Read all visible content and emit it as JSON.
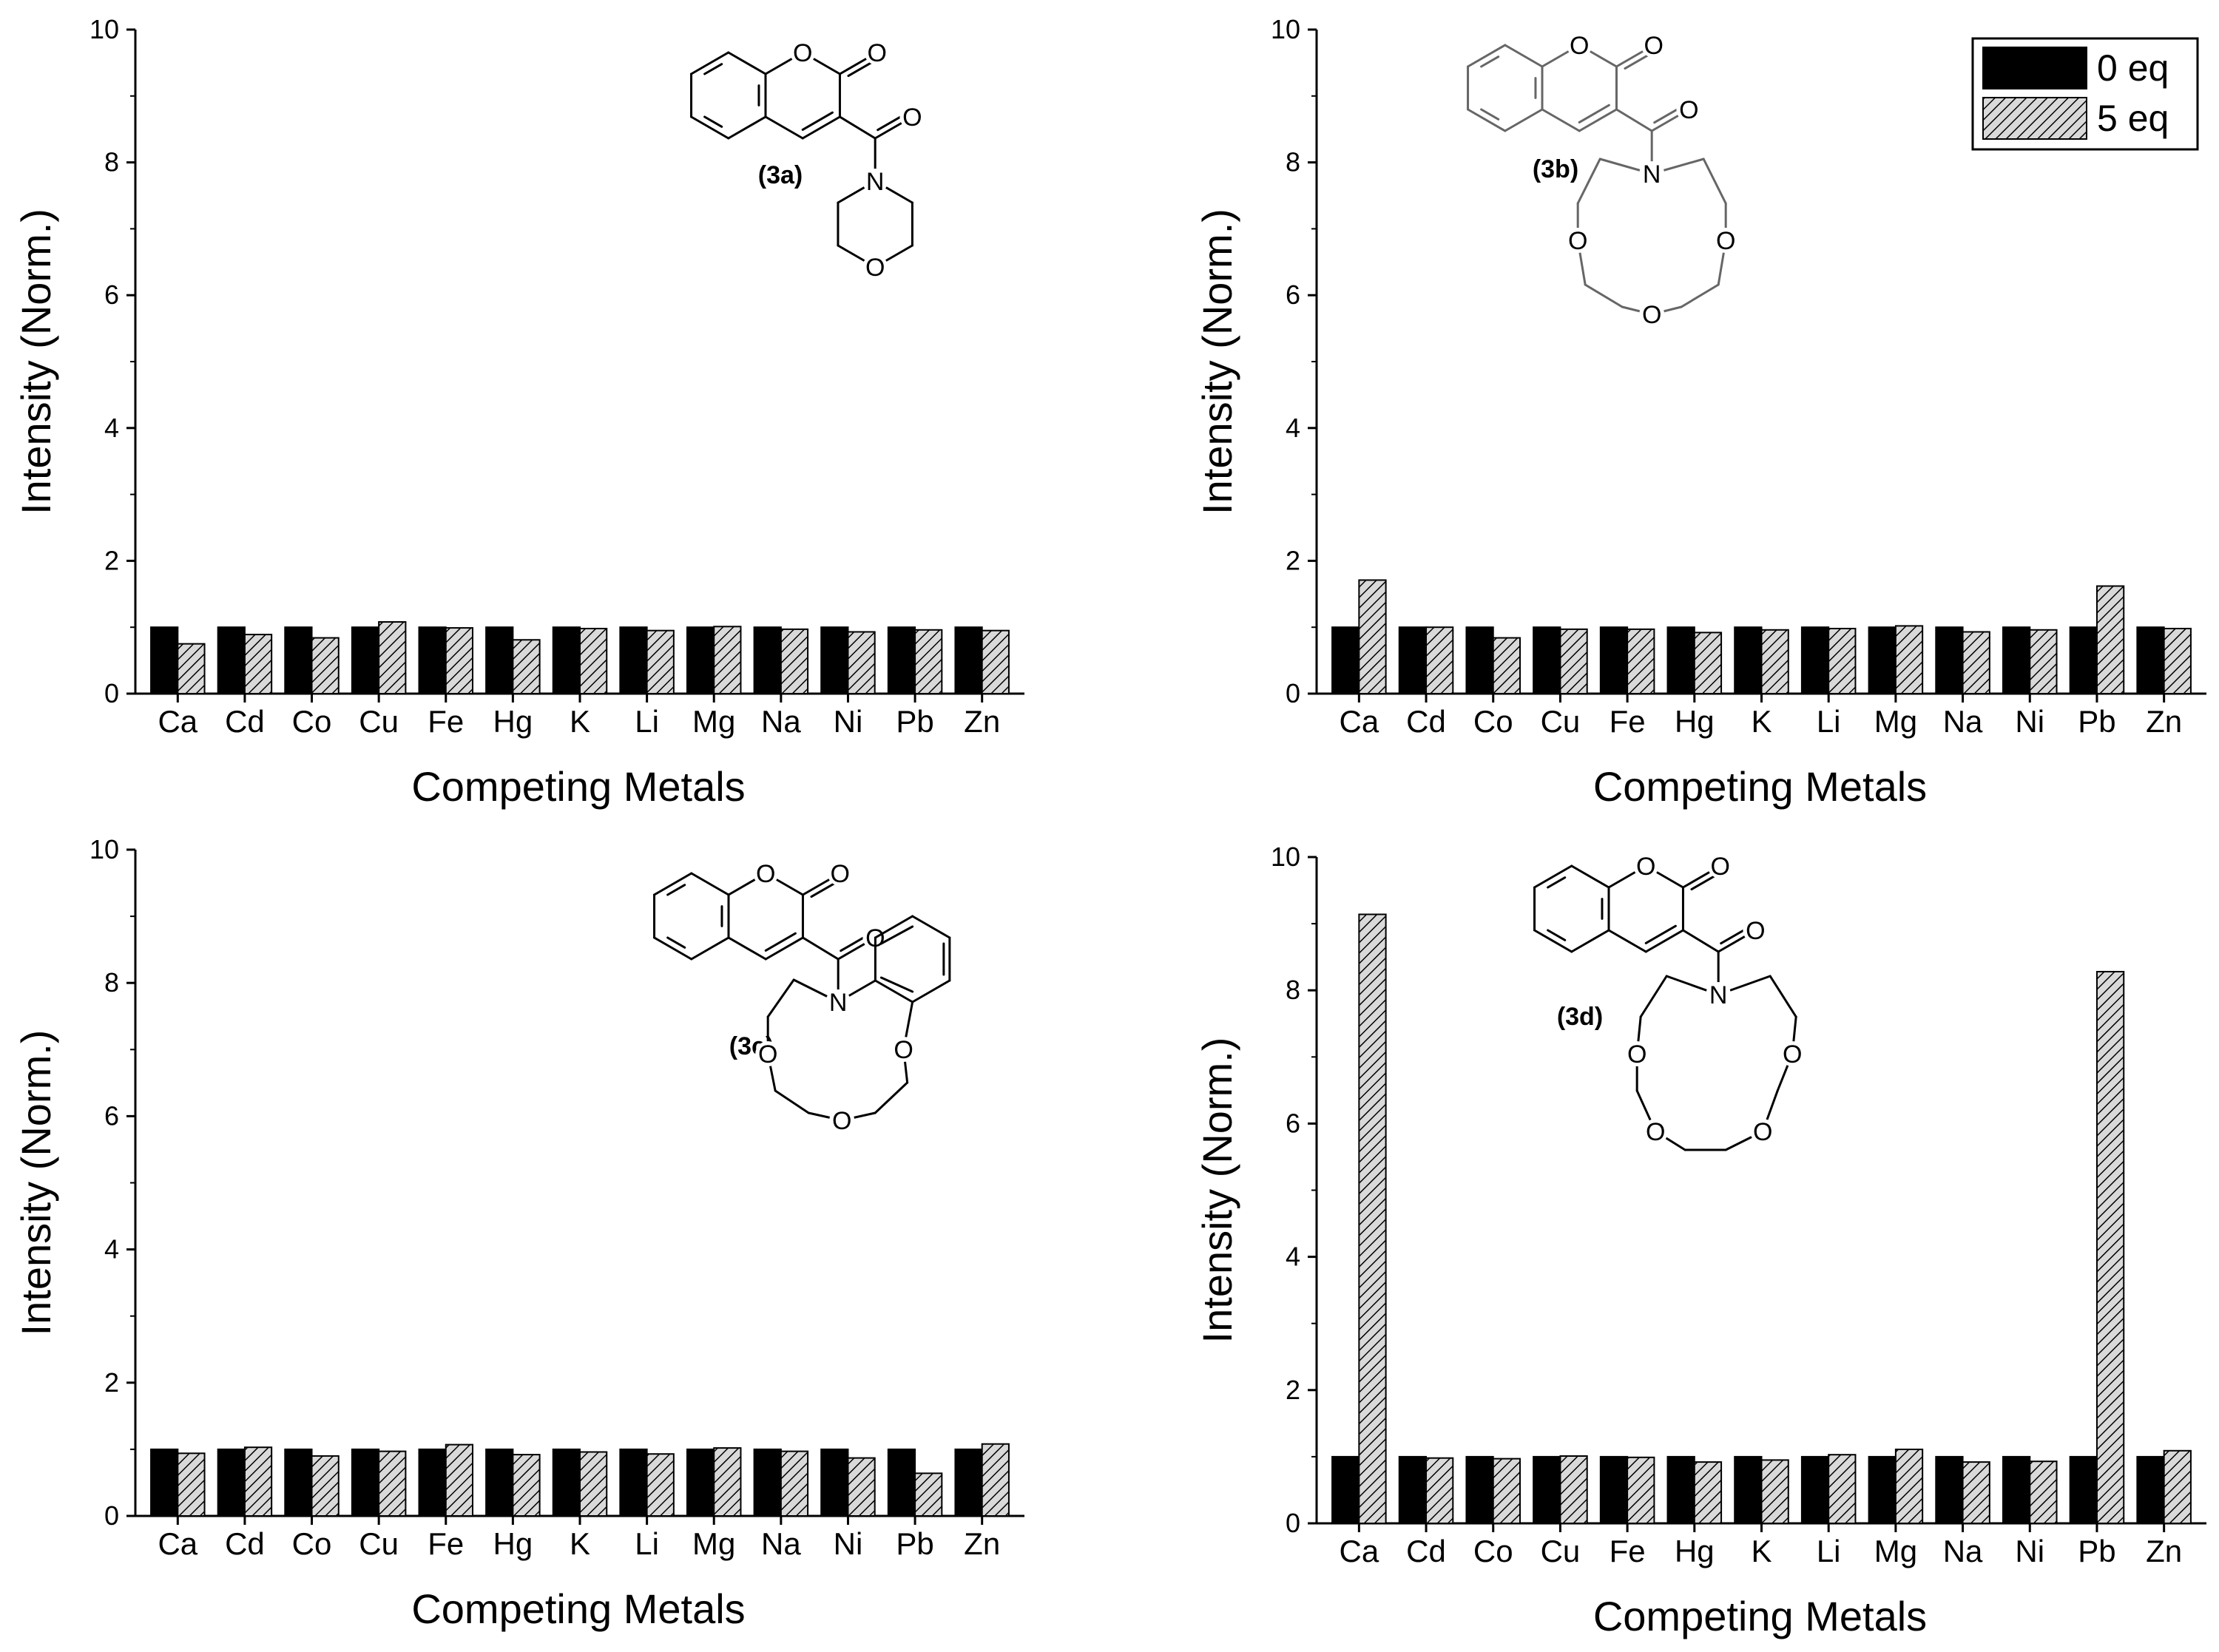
{
  "chart_data": [
    {
      "type": "bar",
      "compound_label": "(3a)",
      "xlabel": "Competing Metals",
      "ylabel": "Intensity (Norm.)",
      "ylim": [
        0,
        10
      ],
      "yticks": [
        "0",
        "2",
        "4",
        "6",
        "8",
        "10"
      ],
      "categories": [
        "Ca",
        "Cd",
        "Co",
        "Cu",
        "Fe",
        "Hg",
        "K",
        "Li",
        "Mg",
        "Na",
        "Ni",
        "Pb",
        "Zn"
      ],
      "series": [
        {
          "name": "0 eq",
          "color": "#000000",
          "values": [
            1,
            1,
            1,
            1,
            1,
            1,
            1,
            1,
            1,
            1,
            1,
            1,
            1
          ]
        },
        {
          "name": "5 eq",
          "pattern": "hatch",
          "values": [
            0.75,
            0.89,
            0.84,
            1.08,
            0.99,
            0.81,
            0.98,
            0.95,
            1.01,
            0.97,
            0.93,
            0.96,
            0.95
          ]
        }
      ]
    },
    {
      "type": "bar",
      "compound_label": "(3b)",
      "xlabel": "Competing Metals",
      "ylabel": "Intensity (Norm.)",
      "ylim": [
        0,
        10
      ],
      "yticks": [
        "0",
        "2",
        "4",
        "6",
        "8",
        "10"
      ],
      "categories": [
        "Ca",
        "Cd",
        "Co",
        "Cu",
        "Fe",
        "Hg",
        "K",
        "Li",
        "Mg",
        "Na",
        "Ni",
        "Pb",
        "Zn"
      ],
      "legend": {
        "position": "top-right",
        "entries": [
          "0 eq",
          "5 eq"
        ]
      },
      "series": [
        {
          "name": "0 eq",
          "color": "#000000",
          "values": [
            1,
            1,
            1,
            1,
            1,
            1,
            1,
            1,
            1,
            1,
            1,
            1,
            1
          ]
        },
        {
          "name": "5 eq",
          "pattern": "hatch",
          "values": [
            1.71,
            1.0,
            0.84,
            0.97,
            0.97,
            0.92,
            0.96,
            0.98,
            1.02,
            0.93,
            0.96,
            1.62,
            0.98
          ]
        }
      ]
    },
    {
      "type": "bar",
      "compound_label": "(3c)",
      "xlabel": "Competing Metals",
      "ylabel": "Intensity (Norm.)",
      "ylim": [
        0,
        10
      ],
      "yticks": [
        "0",
        "2",
        "4",
        "6",
        "8",
        "10"
      ],
      "categories": [
        "Ca",
        "Cd",
        "Co",
        "Cu",
        "Fe",
        "Hg",
        "K",
        "Li",
        "Mg",
        "Na",
        "Ni",
        "Pb",
        "Zn"
      ],
      "series": [
        {
          "name": "0 eq",
          "color": "#000000",
          "values": [
            1,
            1,
            1,
            1,
            1,
            1,
            1,
            1,
            1,
            1,
            1,
            1,
            1
          ]
        },
        {
          "name": "5 eq",
          "pattern": "hatch",
          "values": [
            0.94,
            1.03,
            0.9,
            0.97,
            1.07,
            0.92,
            0.96,
            0.93,
            1.02,
            0.97,
            0.87,
            0.64,
            1.08
          ]
        }
      ]
    },
    {
      "type": "bar",
      "compound_label": "(3d)",
      "xlabel": "Competing Metals",
      "ylabel": "Intensity (Norm.)",
      "ylim": [
        0,
        10
      ],
      "yticks": [
        "0",
        "2",
        "4",
        "6",
        "8",
        "10"
      ],
      "categories": [
        "Ca",
        "Cd",
        "Co",
        "Cu",
        "Fe",
        "Hg",
        "K",
        "Li",
        "Mg",
        "Na",
        "Ni",
        "Pb",
        "Zn"
      ],
      "series": [
        {
          "name": "0 eq",
          "color": "#000000",
          "values": [
            1,
            1,
            1,
            1,
            1,
            1,
            1,
            1,
            1,
            1,
            1,
            1,
            1
          ]
        },
        {
          "name": "5 eq",
          "pattern": "hatch",
          "values": [
            9.14,
            0.98,
            0.97,
            1.01,
            0.99,
            0.92,
            0.95,
            1.03,
            1.11,
            0.92,
            0.93,
            8.28,
            1.09
          ]
        }
      ]
    }
  ],
  "structure_atoms": {
    "ring_oxygen": "O",
    "nitrogen": "N"
  }
}
